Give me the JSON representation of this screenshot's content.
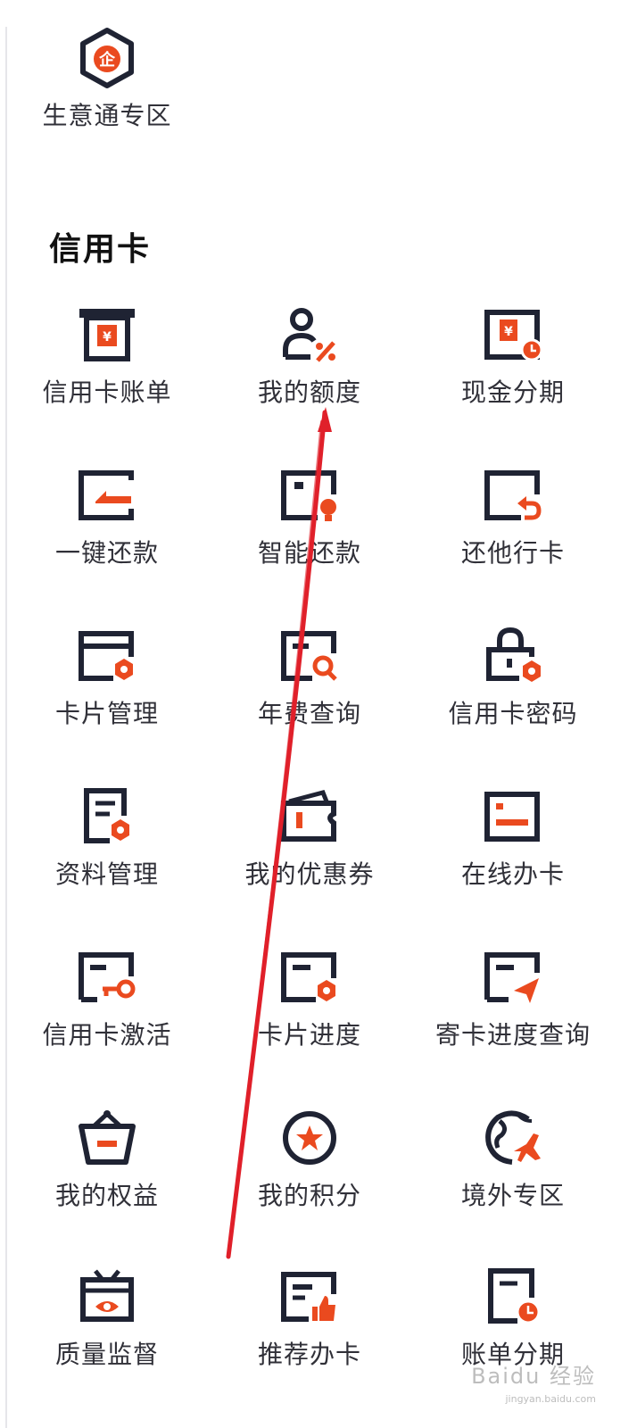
{
  "top_entry": {
    "label": "生意通专区",
    "icon": "enterprise-hex-icon"
  },
  "section": {
    "title": "信用卡"
  },
  "colors": {
    "accent": "#ea4a1f",
    "icon": "#1f2333",
    "annotation": "#e0202a"
  },
  "items": [
    {
      "label": "信用卡账单",
      "icon": "atm-bill-icon"
    },
    {
      "label": "我的额度",
      "icon": "user-percent-icon"
    },
    {
      "label": "现金分期",
      "icon": "yuan-card-clock-icon"
    },
    {
      "label": "一键还款",
      "icon": "card-repay-icon"
    },
    {
      "label": "智能还款",
      "icon": "card-lightbulb-icon"
    },
    {
      "label": "还他行卡",
      "icon": "card-return-icon"
    },
    {
      "label": "卡片管理",
      "icon": "card-settings-icon"
    },
    {
      "label": "年费查询",
      "icon": "card-search-icon"
    },
    {
      "label": "信用卡密码",
      "icon": "lock-settings-icon"
    },
    {
      "label": "资料管理",
      "icon": "document-settings-icon"
    },
    {
      "label": "我的优惠券",
      "icon": "wallet-coupon-icon"
    },
    {
      "label": "在线办卡",
      "icon": "online-card-icon"
    },
    {
      "label": "信用卡激活",
      "icon": "card-key-icon"
    },
    {
      "label": "卡片进度",
      "icon": "card-progress-icon"
    },
    {
      "label": "寄卡进度查询",
      "icon": "card-send-icon"
    },
    {
      "label": "我的权益",
      "icon": "basket-rights-icon"
    },
    {
      "label": "我的积分",
      "icon": "star-points-icon"
    },
    {
      "label": "境外专区",
      "icon": "globe-plane-icon"
    },
    {
      "label": "质量监督",
      "icon": "tv-eye-icon"
    },
    {
      "label": "推荐办卡",
      "icon": "card-thumbs-up-icon"
    },
    {
      "label": "账单分期",
      "icon": "bill-clock-icon"
    }
  ],
  "watermark": {
    "title": "Baidu 经验",
    "url": "jingyan.baidu.com"
  }
}
